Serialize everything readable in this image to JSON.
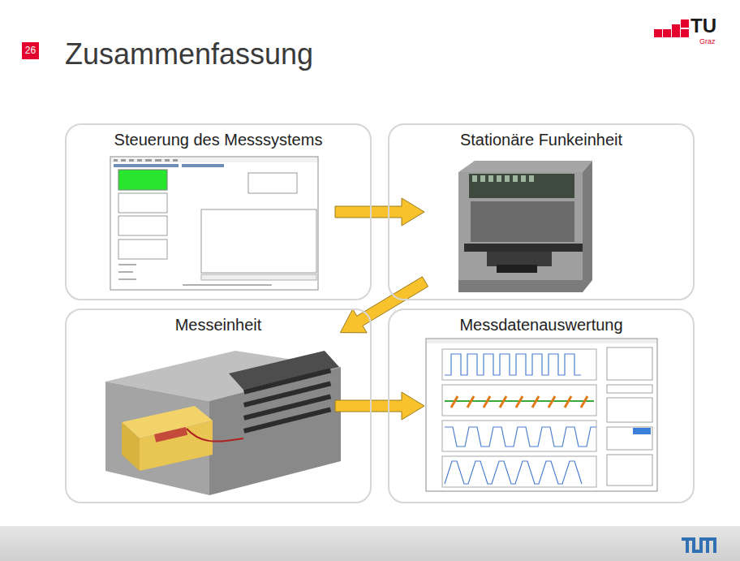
{
  "diagram": {
    "title": "Zusammenfassung",
    "nodes": [
      {
        "text": [
          "Steuerung des Messsystems"
        ]
      },
      {
        "text": [
          "Stationäre Funkeinheit"
        ]
      },
      {
        "text": [
          "Messeinheit"
        ]
      },
      {
        "text": [
          "Messdatenauswertung"
        ]
      }
    ],
    "edges": [
      {
        "from": 0,
        "to": 1,
        "arrow": "to"
      },
      {
        "from": 1,
        "to": 2,
        "arrow": "to"
      },
      {
        "from": 2,
        "to": 3,
        "arrow": "to"
      }
    ],
    "labels": [
      "26",
      "TU",
      "Graz"
    ]
  }
}
